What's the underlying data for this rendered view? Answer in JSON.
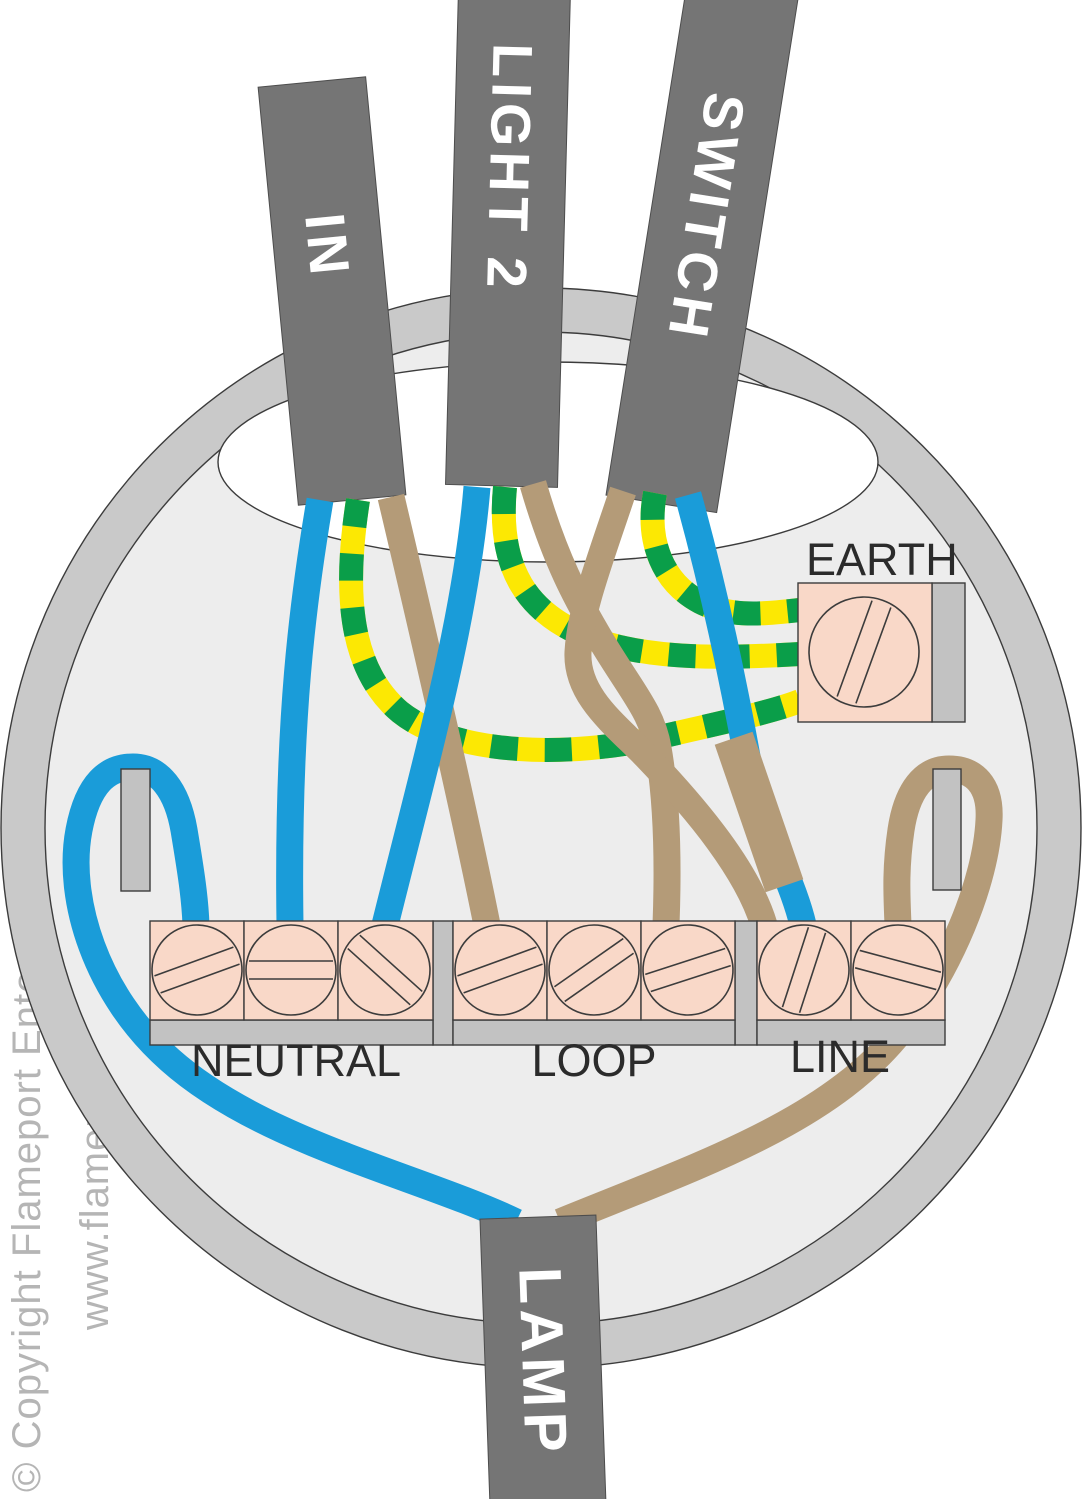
{
  "diagram": {
    "type": "ceiling-rose-wiring-diagram",
    "cables": [
      {
        "id": "in",
        "label": "IN"
      },
      {
        "id": "light2",
        "label": "LIGHT 2"
      },
      {
        "id": "switch",
        "label": "SWITCH"
      },
      {
        "id": "lamp",
        "label": "LAMP"
      }
    ],
    "terminal_blocks": [
      {
        "id": "neutral",
        "label": "NEUTRAL",
        "screw_count": 3
      },
      {
        "id": "loop",
        "label": "LOOP",
        "screw_count": 3
      },
      {
        "id": "line",
        "label": "LINE",
        "screw_count": 2
      },
      {
        "id": "earth",
        "label": "EARTH",
        "screw_count": 1
      }
    ],
    "wires": [
      {
        "name": "lamp-neutral-wire",
        "color": "blue",
        "from": "LAMP cable",
        "to": "NEUTRAL terminal 1",
        "note": "loops over left cable clip"
      },
      {
        "name": "in-neutral-wire",
        "color": "blue",
        "from": "IN cable",
        "to": "NEUTRAL terminal 2"
      },
      {
        "name": "light2-neutral-wire",
        "color": "blue",
        "from": "LIGHT 2 cable",
        "to": "NEUTRAL terminal 3"
      },
      {
        "name": "in-loop-wire",
        "color": "brown",
        "from": "IN cable",
        "to": "LOOP terminal 1"
      },
      {
        "name": "light2-loop-wire",
        "color": "brown",
        "from": "LIGHT 2 cable",
        "to": "LOOP terminal 3"
      },
      {
        "name": "switch-line-wire",
        "color": "brown",
        "from": "SWITCH cable",
        "to": "LINE terminal 1"
      },
      {
        "name": "switch-return-wire",
        "color": "blue",
        "from": "SWITCH cable",
        "to": "LINE terminal 1",
        "note": "blue wire with brown sleeve marker"
      },
      {
        "name": "lamp-line-wire",
        "color": "brown",
        "from": "LAMP cable",
        "to": "LINE terminal 2",
        "note": "loops over right cable clip"
      },
      {
        "name": "in-earth-wire",
        "color": "green-yellow",
        "from": "IN cable",
        "to": "EARTH terminal"
      },
      {
        "name": "light2-earth-wire",
        "color": "green-yellow",
        "from": "LIGHT 2 cable",
        "to": "EARTH terminal"
      },
      {
        "name": "switch-earth-wire",
        "color": "green-yellow",
        "from": "SWITCH cable",
        "to": "EARTH terminal"
      }
    ],
    "colors": {
      "blue": "#1A9CD9",
      "brown": "#B49B78",
      "earth_green": "#0A9E49",
      "earth_yellow": "#FCE803",
      "cable_grey": "#757575",
      "terminal_pink": "#F9D8C8",
      "metal_grey": "#C2C2C2",
      "box_ring": "#C9C9C9",
      "box_inner": "#EDEDED",
      "label_dark": "#2B2B2B",
      "watermark_grey": "#B5B5B5"
    },
    "watermark": {
      "line1": "© Copyright Flameport Enterprises Ltd",
      "line2": "www.flameport.com"
    }
  }
}
